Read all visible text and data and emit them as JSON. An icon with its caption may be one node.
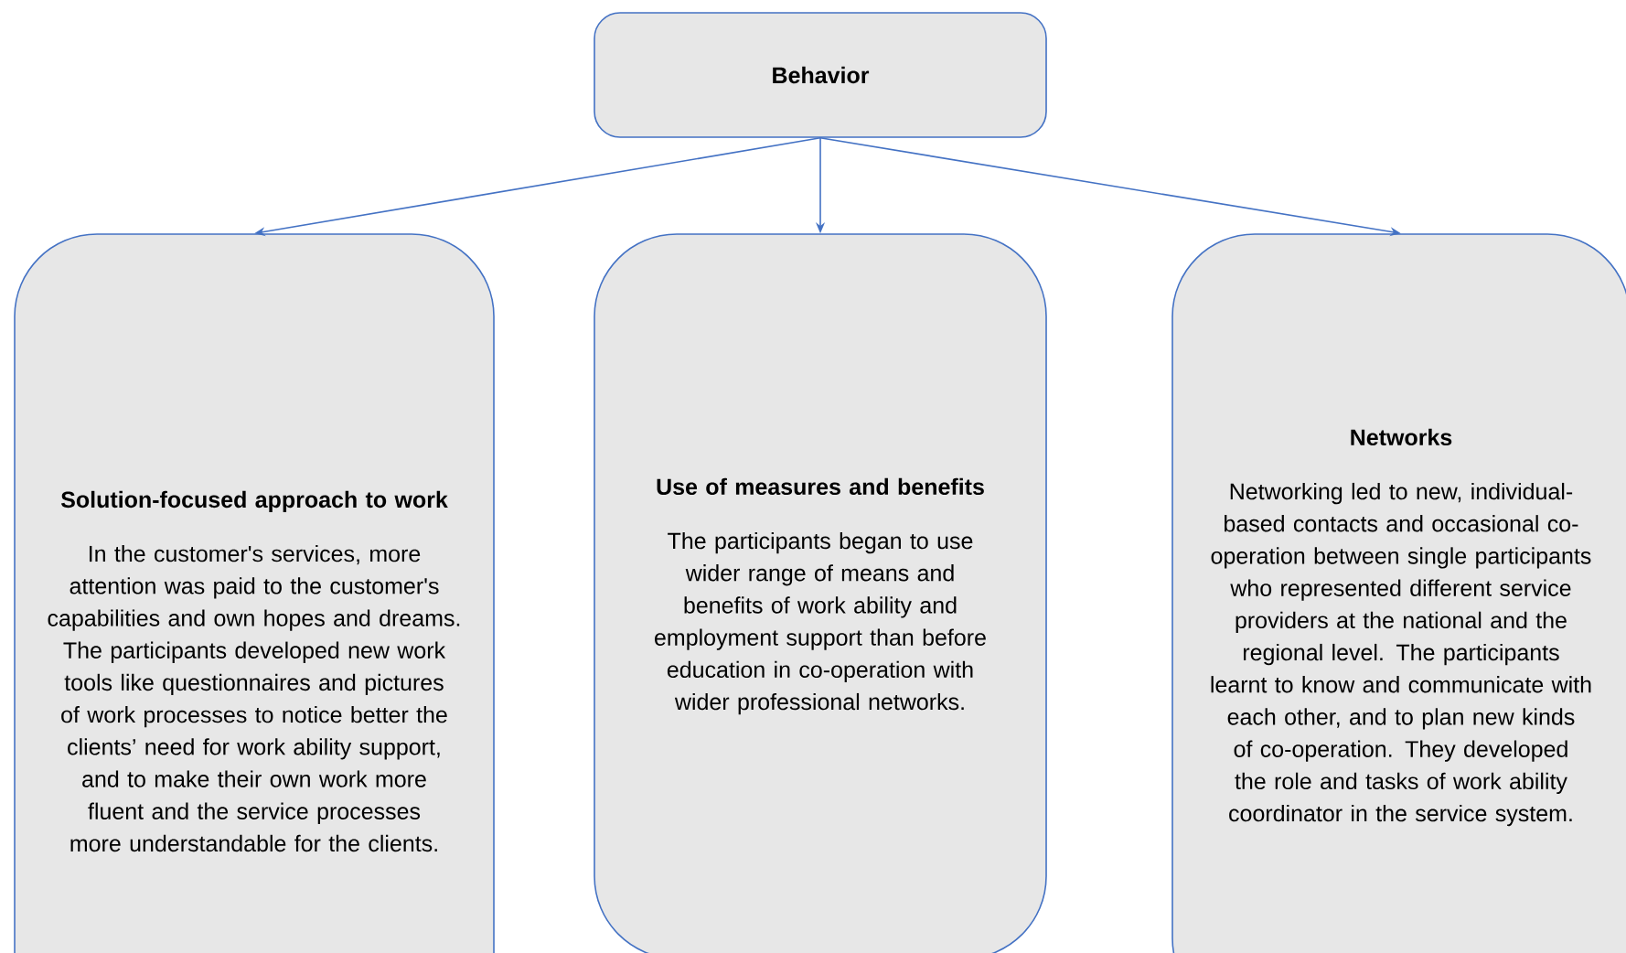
{
  "diagram": {
    "nodes": [
      {
        "text": [
          "Behavior"
        ]
      },
      {
        "text": [
          "Solution-focused approach to work",
          "In the customer's services, more attention was paid to the customer's capabilities and own hopes and dreams.",
          "The participants developed new work tools like questionnaires and pictures of work processes to notice better the clients’ need for work ability support, and to make their own work more fluent and the service processes more understandable for the clients."
        ]
      },
      {
        "text": [
          "Use of measures and benefits",
          "The participants began to use wider range of means and benefits of work ability and employment support than before education in co-operation with wider professional networks."
        ]
      },
      {
        "text": [
          "Networks",
          "Networking led to new, individual-based contacts and occasional co-operation between single participants who represented different service providers at the national and the regional level. The participants learnt to know and communicate with each other, and to plan new kinds of co-operation. They developed the role and tasks of work ability coordinator in the service system."
        ]
      }
    ],
    "edges": [
      {
        "from": 0,
        "to": 1,
        "arrow": "to"
      },
      {
        "from": 0,
        "to": 2,
        "arrow": "to"
      },
      {
        "from": 0,
        "to": 3,
        "arrow": "to"
      }
    ]
  }
}
